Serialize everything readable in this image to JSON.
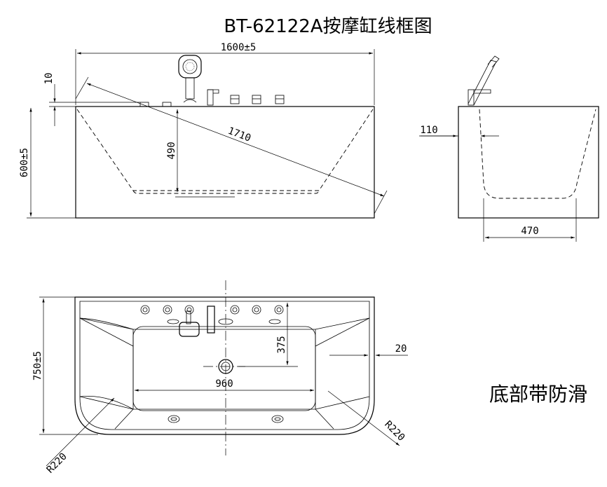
{
  "title": "BT-62122A按摩缸线框图",
  "front_view": {
    "dim_length": "1600±5",
    "dim_top_offset": "10",
    "dim_height": "600±5",
    "dim_depth": "490",
    "dim_diagonal": "1710"
  },
  "side_view": {
    "dim_wall": "110",
    "dim_bottom_width": "470"
  },
  "top_view": {
    "dim_width": "750±5",
    "dim_inner_half": "375",
    "dim_edge": "20",
    "dim_inner_length": "960",
    "dim_radius_left": "R220",
    "dim_radius_right": "R220"
  },
  "note": "底部带防滑"
}
